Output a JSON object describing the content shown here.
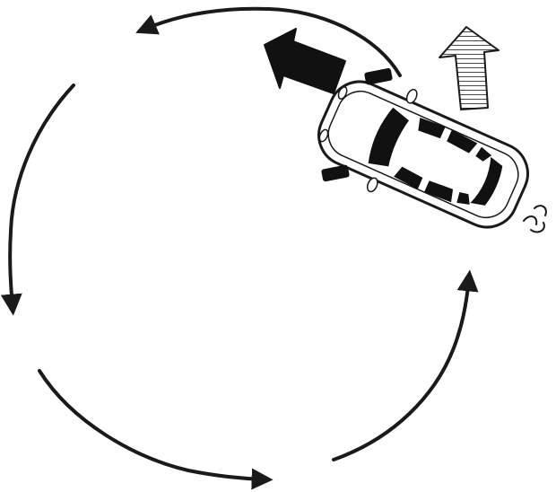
{
  "diagram": {
    "type": "vehicle-spin-illustration",
    "ink_color": "#1a1a1a",
    "background_color": "#ffffff",
    "rotation_direction": "counter-clockwise",
    "arcs": [
      {
        "id": "top",
        "icon": "curved-arrow"
      },
      {
        "id": "left",
        "icon": "curved-arrow"
      },
      {
        "id": "bottom",
        "icon": "curved-arrow"
      },
      {
        "id": "right",
        "icon": "curved-arrow"
      }
    ],
    "vehicle": {
      "icon": "car-top-view",
      "heading": "up-left"
    },
    "motion_cues": [
      {
        "id": "front-force",
        "icon": "solid-arrow",
        "fill": "#111111"
      },
      {
        "id": "side-force",
        "icon": "hatched-arrow",
        "fill": "hatched"
      },
      {
        "id": "skid",
        "icon": "skid-puff"
      }
    ]
  }
}
